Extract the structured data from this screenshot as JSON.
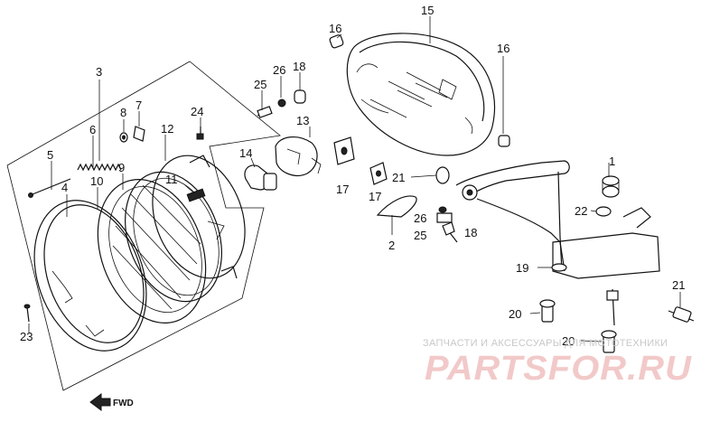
{
  "callouts": [
    "1",
    "2",
    "3",
    "4",
    "5",
    "6",
    "7",
    "8",
    "9",
    "10",
    "11",
    "12",
    "13",
    "14",
    "15",
    "16",
    "16",
    "17",
    "17",
    "18",
    "18",
    "19",
    "20",
    "20",
    "21",
    "21",
    "22",
    "23",
    "24",
    "25",
    "25",
    "26",
    "26"
  ],
  "fwd_label": "FWD",
  "watermark": {
    "line1": "ЗАПЧАСТИ И АКСЕССУАРЫ ДЛЯ МОТОТЕХНИКИ",
    "logo": "PARTSFOR.RU"
  },
  "colors": {
    "ink": "#111111",
    "watermark_logo": "#f2c9c9",
    "watermark_text": "#c8c8c8"
  }
}
